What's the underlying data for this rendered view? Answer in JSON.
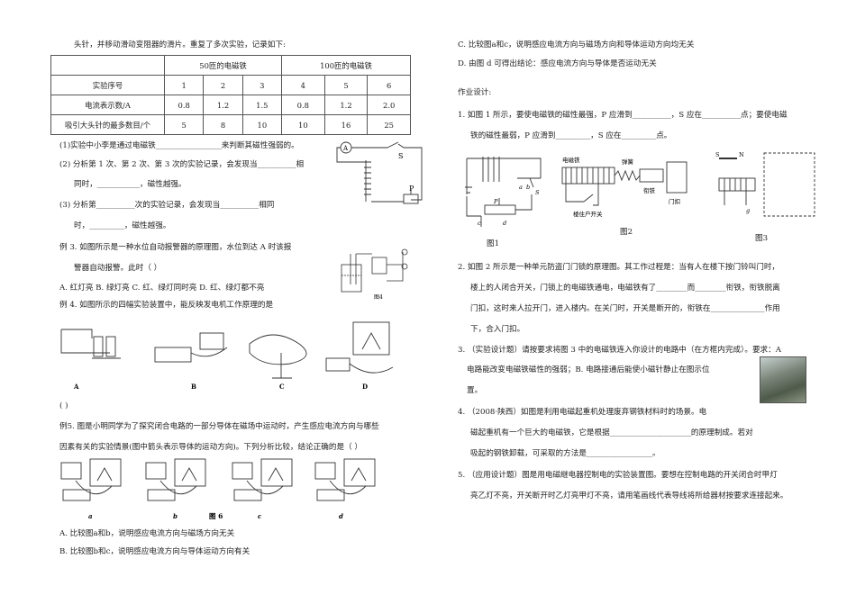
{
  "left": {
    "intro": "头针，并移动滑动变阻器的滑片。重复了多次实验，记录如下:",
    "table": {
      "group_50": "50匝的电磁铁",
      "group_100": "100匝的电磁铁",
      "rows": [
        {
          "label": "实验序号",
          "cells": [
            "1",
            "2",
            "3",
            "4",
            "5",
            "6"
          ]
        },
        {
          "label": "电流表示数/A",
          "cells": [
            "0.8",
            "1.2",
            "1.5",
            "0.8",
            "1.2",
            "2.0"
          ]
        },
        {
          "label": "吸引大头针的最多数目/个",
          "cells": [
            "5",
            "8",
            "10",
            "10",
            "16",
            "25"
          ]
        }
      ]
    },
    "q1": "(1)实验中小李是通过电磁铁_________________来判断其磁性强弱的。",
    "q2a": "(2) 分析第 1 次、第 2 次、第 3 次的实验记录，会发现当__________相",
    "q2b": "同时，___________，磁性越强。",
    "q3a": "(3) 分析第__________次的实验记录，会发现当__________相同",
    "q3b": "时，_________，磁性越强。",
    "ex3a": "例 3. 如图所示是一种水位自动报警器的原理图，水位到达 A 时该报",
    "ex3b": "警器自动报警。此时（   ）",
    "ex3opts": "A. 红灯亮  B. 绿灯亮  C. 红、绿灯同时亮  D. 红、绿灯都不亮",
    "ex4": "例 4. 如图所示的四幅实验装置中，能反映发电机工作原理的是",
    "ex4ans": "(    )",
    "ex5a": "例5. 图是小明同学为了探究闭合电路的一部分导体在磁场中运动时，产生感应电流方向与哪些",
    "ex5b": "因素有关的实验情景(图中箭头表示导体的运动方向)。下列分析比较，结论正确的是（   ）",
    "fig6": "图 6",
    "optA": "A. 比较图a和b，说明感应电流方向与磁场方向无关",
    "optB": "B. 比较图b和c，说明感应电流方向与导体运动方向有关",
    "fig4_caption": "图4",
    "fig4_labels": [
      "A",
      "B",
      "C",
      "D"
    ],
    "fig6_labels": [
      "a",
      "b",
      "c",
      "d"
    ],
    "circuit_labels": {
      "ammeter": "A",
      "switch": "S",
      "pointer": "P"
    }
  },
  "right": {
    "optC": "C. 比较图a和c，说明感应电流方向与磁场方向和导体运动方向均无关",
    "optD": "D. 由图 d 可得出结论：感应电流方向与导体是否运动无关",
    "homework": "作业设计:",
    "h1a": "1. 如图 1 所示，要使电磁铁的磁性最强，P 应滑到__________，S 应在__________点；要使电磁",
    "h1b": "铁的磁性最弱，P 应滑到_________，S 应在_________点。",
    "fig1": "图1",
    "fig2": "图2",
    "fig3": "图3",
    "fig2_labels": {
      "magnet": "电磁铁",
      "spring": "弹簧",
      "armature": "衔铁",
      "door": "门扣",
      "switch": "楼住户开关"
    },
    "fig1_labels": {
      "a": "a",
      "b": "b",
      "s": "S",
      "c": "c",
      "d": "d",
      "p": "P"
    },
    "fig3_labels": {
      "s": "S",
      "n": "N",
      "g": "g"
    },
    "h2a": "2. 如图 2 所示是一种单元防盗门门锁的原理图。其工作过程是：当有人在楼下按门铃叫门时，",
    "h2b": "楼上的人闭合开关，门锁上的电磁铁通电，电磁铁有了________而________衔铁，衔铁脱离",
    "h2c": "门扣，这时来人拉开门，进入楼内。在关门时，开关是断开的，衔铁在______________作用",
    "h2d": "下，合入门扣。",
    "h3a": "3. （实验设计题）请按要求将图 3 中的电磁铁连入你设计的电路中（在方框内完成）。要求：A",
    "h3b": "电路能改变电磁铁磁性的强弱；B. 电路接通后能使小磁针静止在图示位",
    "h3c": "置。",
    "h4a": "4. （2008·陕西）如图是利用电磁起重机处理废弃钢铁材料时的场景。电",
    "h4b": "磁起重机有一个巨大的电磁铁，它是根据_____________________的原理制成。若对",
    "h4c": "吸起的钢铁卸载，可采取的方法是_________________。",
    "h5a": "5. （应用设计题）图是用电磁继电器控制电的实验装置图。要想在控制电路的开关闭合时甲灯",
    "h5b": "亮乙灯不亮，开关断开时乙灯亮甲灯不亮，请用笔画线代表导线将所给器材按要求连接起来。"
  }
}
